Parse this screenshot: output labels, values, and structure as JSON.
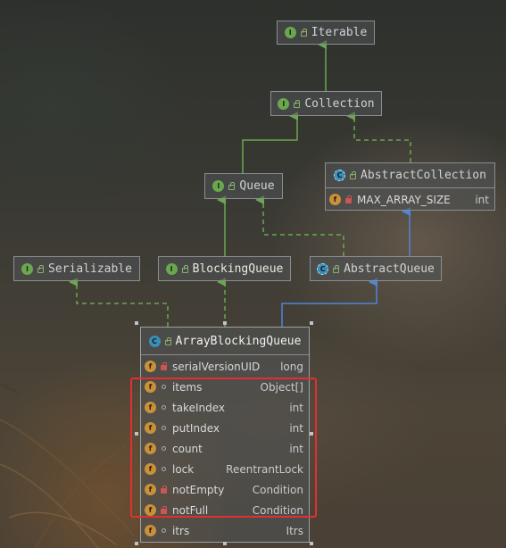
{
  "colors": {
    "inheritance_interface": "#6aa84f",
    "inheritance_class": "#4f86d8",
    "highlight": "#e23030",
    "interface_badge": "#6aa84f",
    "class_badge": "#3d8eb5",
    "field_badge": "#c8913a"
  },
  "nodes": {
    "iterable": {
      "name": "Iterable",
      "kind": "interface",
      "badge": "I"
    },
    "collection": {
      "name": "Collection",
      "kind": "interface",
      "badge": "I"
    },
    "queue": {
      "name": "Queue",
      "kind": "interface",
      "badge": "I"
    },
    "abstract_collection": {
      "name": "AbstractCollection",
      "kind": "abstract-class",
      "badge": "C",
      "fields": [
        {
          "name": "MAX_ARRAY_SIZE",
          "type": "int",
          "badge": "f",
          "modifier": "private-lock"
        }
      ]
    },
    "serializable": {
      "name": "Serializable",
      "kind": "interface",
      "badge": "I"
    },
    "blocking_queue": {
      "name": "BlockingQueue",
      "kind": "interface",
      "badge": "I"
    },
    "abstract_queue": {
      "name": "AbstractQueue",
      "kind": "abstract-class",
      "badge": "C"
    },
    "array_blocking_queue": {
      "name": "ArrayBlockingQueue",
      "kind": "class",
      "badge": "C",
      "fields": [
        {
          "name": "serialVersionUID",
          "type": "long",
          "badge": "f",
          "modifier": "private-lock"
        },
        {
          "name": "items",
          "type": "Object[]",
          "badge": "f",
          "modifier": "package"
        },
        {
          "name": "takeIndex",
          "type": "int",
          "badge": "f",
          "modifier": "package"
        },
        {
          "name": "putIndex",
          "type": "int",
          "badge": "f",
          "modifier": "package"
        },
        {
          "name": "count",
          "type": "int",
          "badge": "f",
          "modifier": "package"
        },
        {
          "name": "lock",
          "type": "ReentrantLock",
          "badge": "f",
          "modifier": "package"
        },
        {
          "name": "notEmpty",
          "type": "Condition",
          "badge": "f",
          "modifier": "private-lock"
        },
        {
          "name": "notFull",
          "type": "Condition",
          "badge": "f",
          "modifier": "private-lock"
        },
        {
          "name": "itrs",
          "type": "Itrs",
          "badge": "f",
          "modifier": "package"
        }
      ]
    }
  },
  "highlight": {
    "covers_fields": [
      "items",
      "takeIndex",
      "putIndex",
      "count",
      "lock",
      "notEmpty",
      "notFull"
    ]
  }
}
